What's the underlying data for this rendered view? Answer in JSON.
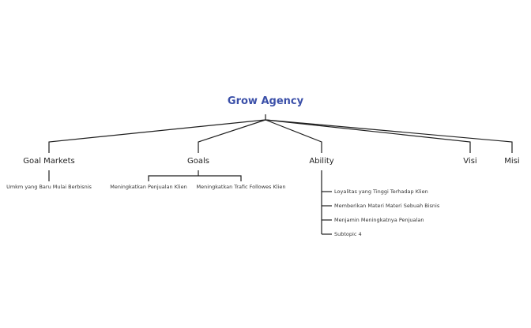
{
  "mindmap": {
    "root": "Grow Agency",
    "colors": {
      "root": "#3a4fa8",
      "text": "#1f1f1f",
      "line": "#1f1f1f"
    },
    "topics": [
      {
        "label": "Goal Markets",
        "subtopics": [
          "Umkm yang Baru Mulai Berbisnis"
        ]
      },
      {
        "label": "Goals",
        "subtopics": [
          "Meningkatkan Penjualan Klien",
          "Meningkatkan Trafic Followes Klien"
        ]
      },
      {
        "label": "Ability",
        "subtopics": [
          "Loyalitas yang Tinggi Terhadap Klien",
          "Memberikan Materi Materi Sebuah Bisnis",
          "Menjamin Meningkatnya Penjualan",
          "Subtopic 4"
        ]
      },
      {
        "label": "Visi",
        "subtopics": []
      },
      {
        "label": "Misi",
        "subtopics": []
      }
    ]
  }
}
